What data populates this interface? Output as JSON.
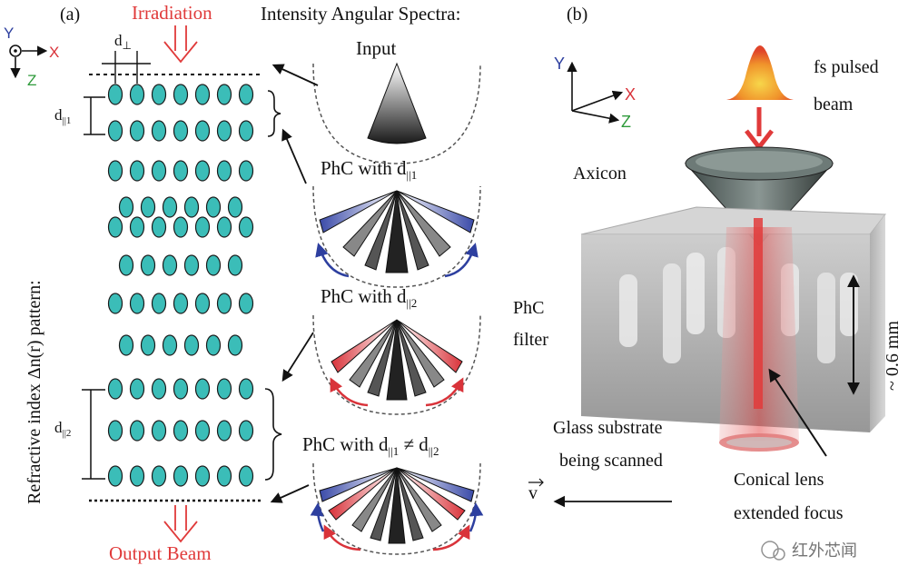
{
  "panel_a": {
    "label": "(a)",
    "irradiation": "Irradiation",
    "output_beam": "Output Beam",
    "axes": {
      "y": "Y",
      "x": "X",
      "z": "Z"
    },
    "d_perp": "d",
    "d_perp_sub": "⊥",
    "d1": "d",
    "d1_sub": "||1",
    "d2": "d",
    "d2_sub": "||2",
    "vertical_label": "Refractive index Δn(r)  pattern:",
    "spectra_title": "Intensity Angular Spectra:",
    "spectra": [
      {
        "title": "Input"
      },
      {
        "title": "PhC with d",
        "sub": "||1"
      },
      {
        "title": "PhC with d",
        "sub": "||2"
      },
      {
        "title": "PhC with d",
        "sub": "||1",
        "tail": " ≠ d",
        "tail_sub": "||2"
      }
    ]
  },
  "panel_b": {
    "label": "(b)",
    "axes": {
      "y": "Y",
      "x": "X",
      "z": "Z"
    },
    "fs_beam_line1": "fs pulsed",
    "fs_beam_line2": "beam",
    "axicon": "Axicon",
    "phc_line1": "PhC",
    "phc_line2": "filter",
    "thickness": "~ 0.6 mm",
    "glass_line1": "Glass substrate",
    "glass_line2": "being scanned",
    "velocity": "v",
    "conical_line1": "Conical lens",
    "conical_line2": "extended focus"
  },
  "watermark": "红外芯闻",
  "colors": {
    "red": "#e03a3a",
    "teal": "#3bbdb8",
    "blue": "#2d3f9f",
    "green": "#2e9a3a"
  }
}
